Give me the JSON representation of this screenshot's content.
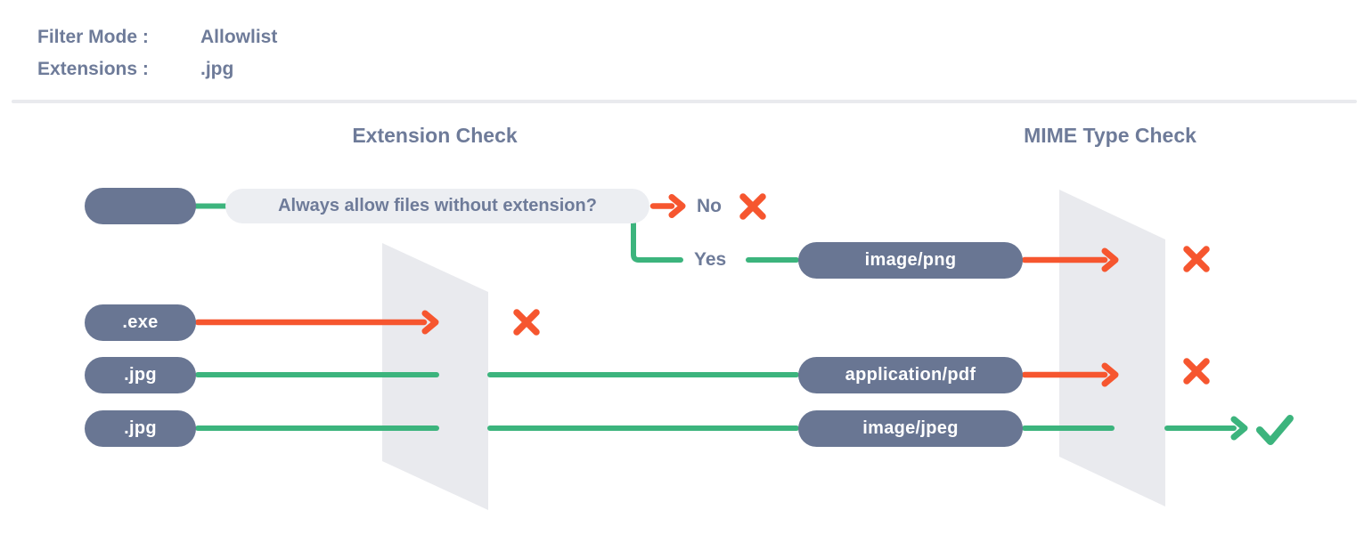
{
  "header": {
    "filter_mode_label": "Filter Mode :",
    "filter_mode_value": "Allowlist",
    "extensions_label": "Extensions :",
    "extensions_value": ".jpg"
  },
  "sections": {
    "extension_check_title": "Extension Check",
    "mime_type_check_title": "MIME Type Check"
  },
  "decision": {
    "question": "Always allow files without extension?",
    "no_label": "No",
    "yes_label": "Yes"
  },
  "files": {
    "no_extension_pill": "",
    "exe_pill": ".exe",
    "jpg_pill_1": ".jpg",
    "jpg_pill_2": ".jpg"
  },
  "mime_types": {
    "png_pill": "image/png",
    "pdf_pill": "application/pdf",
    "jpeg_pill": "image/jpeg"
  },
  "icons": {
    "rejected": "x-icon",
    "accepted": "check-icon"
  },
  "colors": {
    "slate_pill": "#697693",
    "slate_text": "#6e7b99",
    "green": "#3cb47d",
    "red": "#f6562f",
    "gate_gray": "#e9eaee",
    "bubble_gray": "#eceef2",
    "divider_gray": "#e9eaee"
  }
}
